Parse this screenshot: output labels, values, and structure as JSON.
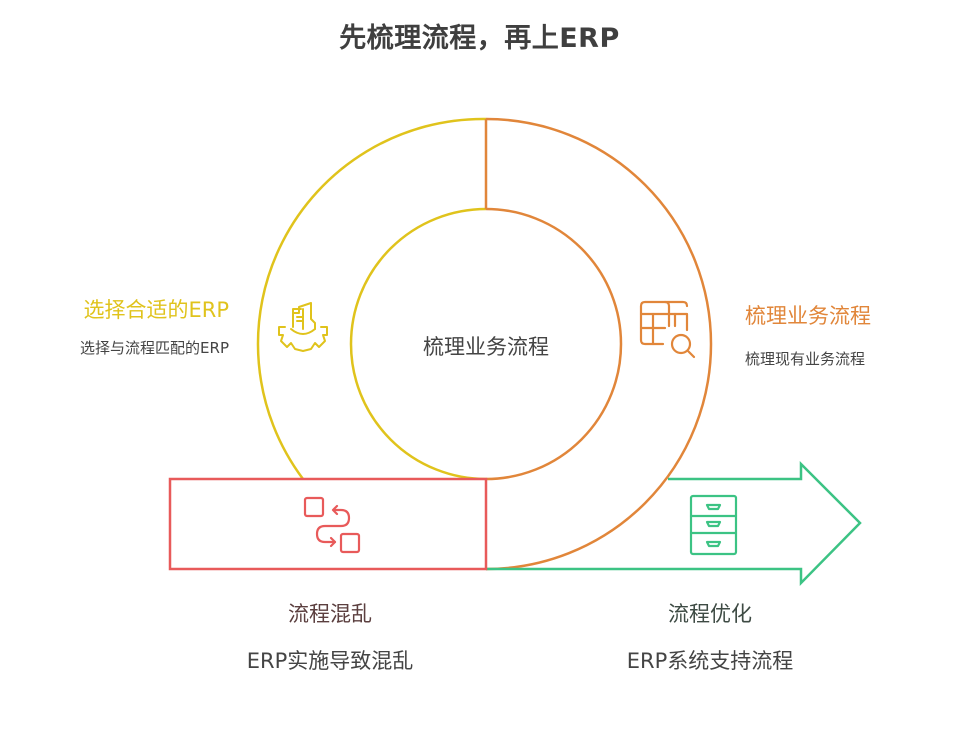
{
  "title": "先梳理流程，再上ERP",
  "colors": {
    "yellow": "#e0c31c",
    "orange": "#e1863a",
    "red": "#e85a5a",
    "green": "#3cc384",
    "text": "#444444",
    "title": "#3f3f3f"
  },
  "center": {
    "label": "梳理业务流程"
  },
  "stages": [
    {
      "id": "select-erp",
      "heading": "选择合适的ERP",
      "description": "选择与流程匹配的ERP",
      "icon": "building-gear-icon",
      "color": "#e0c31c"
    },
    {
      "id": "sort-process",
      "heading": "梳理业务流程",
      "description": "梳理现有业务流程",
      "icon": "table-search-icon",
      "color": "#e1863a"
    },
    {
      "id": "chaos",
      "heading": "流程混乱",
      "description": "ERP实施导致混乱",
      "icon": "swap-flow-icon",
      "color": "#e85a5a"
    },
    {
      "id": "optimize",
      "heading": "流程优化",
      "description": "ERP系统支持流程",
      "icon": "filing-cabinet-icon",
      "color": "#3cc384"
    }
  ]
}
